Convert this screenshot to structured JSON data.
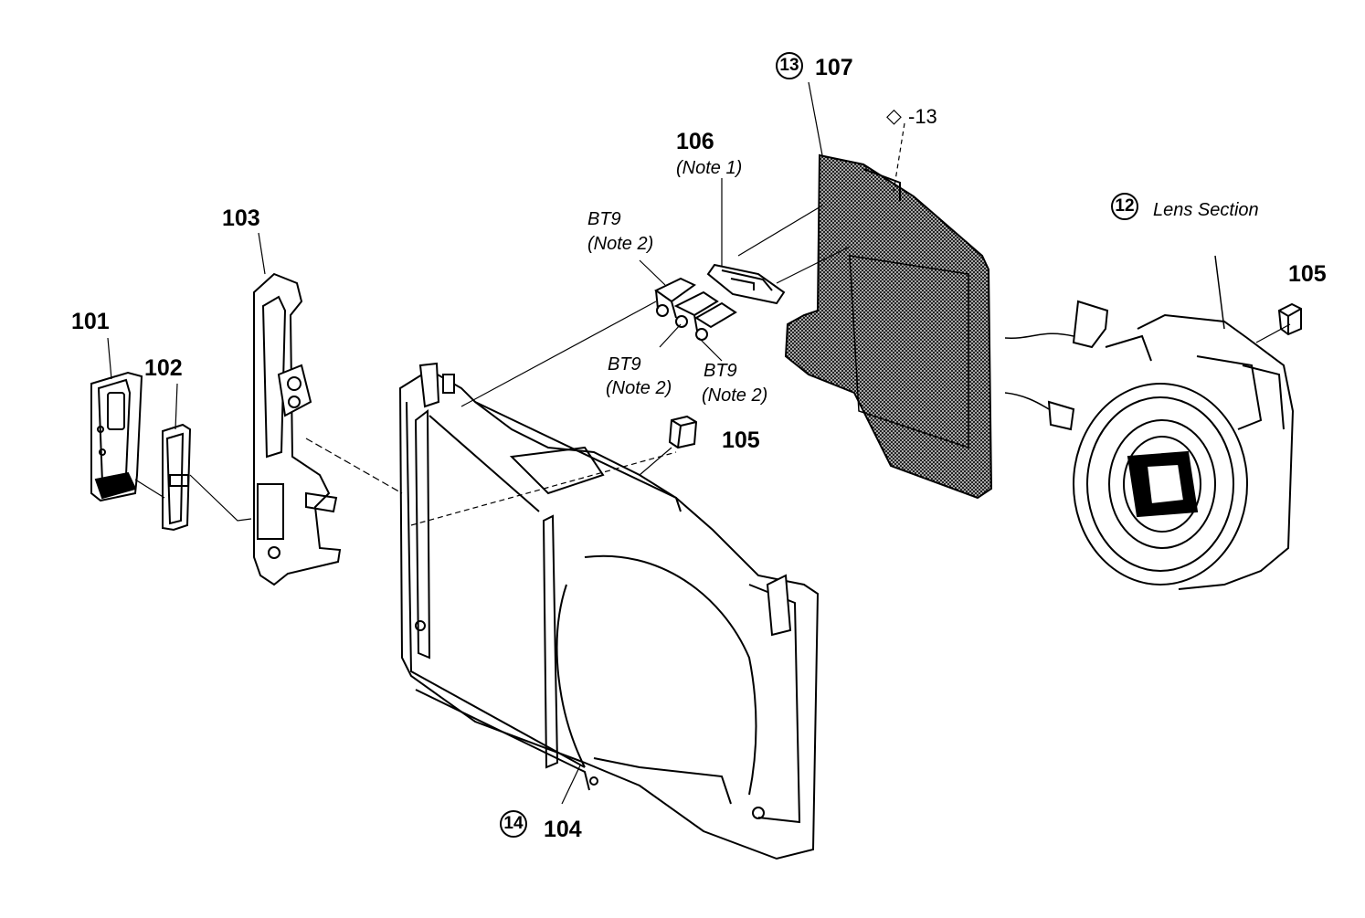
{
  "labels": {
    "p101": "101",
    "p102": "102",
    "p103": "103",
    "p104": "104",
    "p105a": "105",
    "p105b": "105",
    "p106": "106",
    "p106_note": "(Note 1)",
    "p107": "107",
    "bt9_a": "BT9",
    "bt9_a_note": "(Note 2)",
    "bt9_b": "BT9",
    "bt9_b_note": "(Note 2)",
    "bt9_c": "BT9",
    "bt9_c_note": "(Note 2)",
    "lens_section": "Lens Section",
    "screw_ref": "-13",
    "circle_12": "12",
    "circle_13": "13",
    "circle_14": "14"
  },
  "colors": {
    "line": "#000000",
    "hatch": "#1a1a1a",
    "background": "#ffffff"
  }
}
